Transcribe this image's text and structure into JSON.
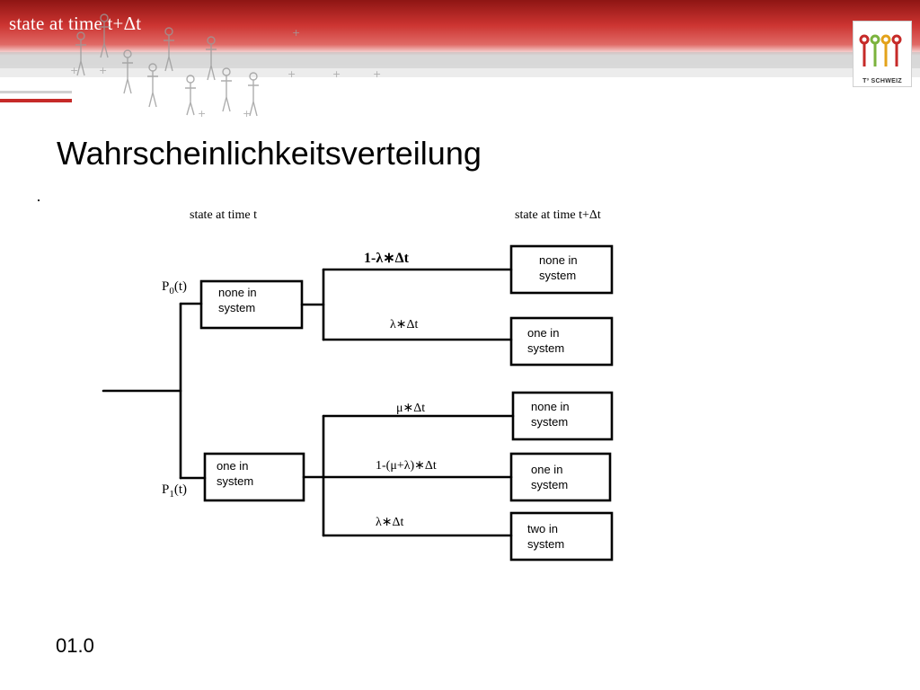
{
  "header": {
    "label": "state at time t+Δt",
    "brand_red": "#c62a28",
    "logo_caption": "T³ SCHWEIZ"
  },
  "slide": {
    "title": "Wahrscheinlichkeitsverteilung",
    "bullet": "·",
    "slide_number": "01.0"
  },
  "diagram": {
    "col_left_header": "state at time t",
    "col_right_header": "state at time t+Δt",
    "source_states": [
      {
        "label_prefix": "P",
        "label_sub": "0",
        "label_suffix": "(t)",
        "line1": "none in",
        "line2": "system"
      },
      {
        "label_prefix": "P",
        "label_sub": "1",
        "label_suffix": "(t)",
        "line1": "one in",
        "line2": "system"
      }
    ],
    "transitions": [
      {
        "prob": "1-λ∗Δt"
      },
      {
        "prob": "λ∗Δt"
      },
      {
        "prob": "μ∗Δt"
      },
      {
        "prob": "1-(μ+λ)∗Δt"
      },
      {
        "prob": "λ∗Δt"
      }
    ],
    "target_states": [
      {
        "line1": "none in",
        "line2": "system"
      },
      {
        "line1": "one in",
        "line2": "system"
      },
      {
        "line1": "none in",
        "line2": "system"
      },
      {
        "line1": "one in",
        "line2": "system"
      },
      {
        "line1": "two in",
        "line2": "system"
      }
    ]
  }
}
